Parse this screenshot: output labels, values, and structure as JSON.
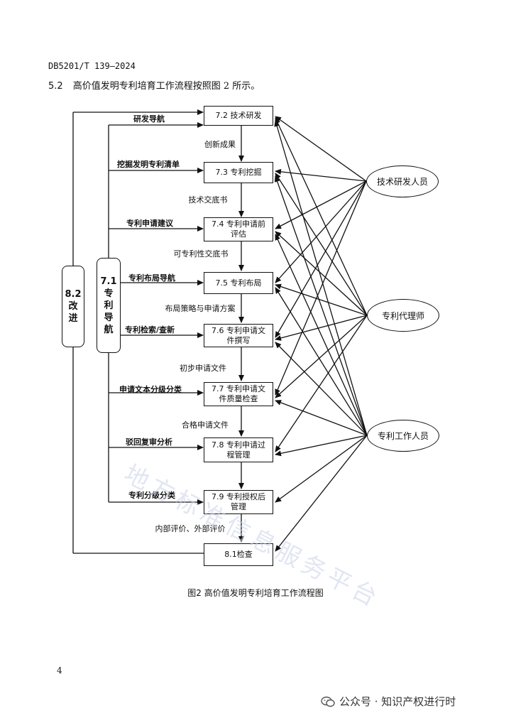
{
  "header": {
    "doc_code": "DB5201/T 139—2024",
    "section_number": "5.2",
    "section_text": "高价值发明专利培育工作流程按照图 2 所示。"
  },
  "diagram": {
    "steps": [
      {
        "label": "7.2 技术研发"
      },
      {
        "label": "7.3 专利挖掘"
      },
      {
        "label": "7.4 专利申请前\n评估"
      },
      {
        "label": "7.5 专利布局"
      },
      {
        "label": "7.6 专利申请文\n件撰写"
      },
      {
        "label": "7.7 专利申请文\n件质量检查"
      },
      {
        "label": "7.8 专利申请过\n程管理"
      },
      {
        "label": "7.9 专利授权后\n管理"
      },
      {
        "label": "8.1检查"
      }
    ],
    "flow_outputs": [
      "创新成果",
      "技术交底书",
      "可专利性交底书",
      "布局策略与申请方案",
      "初步申请文件",
      "合格申请文件",
      "内部评价、外部评价"
    ],
    "navigation_actions": [
      "研发导航",
      "挖掘发明专利清单",
      "专利申请建议",
      "专利布局导航",
      "专利检索/查新",
      "申请文本分级分类",
      "驳回复审分析",
      "专利分级分类"
    ],
    "navigation_box": {
      "line1": "7.1",
      "line2": "专",
      "line3": "利",
      "line4": "导",
      "line5": "航"
    },
    "improvement_box": {
      "line1": "8.2",
      "line2": "改",
      "line3": "进"
    },
    "roles": [
      "技术研发人员",
      "专利代理师",
      "专利工作人员"
    ]
  },
  "caption": "图2   高价值发明专利培育工作流程图",
  "page_number": "4",
  "footer": {
    "brand": "公众号 · 知识产权进行时"
  },
  "watermark": "地方标准信息服务平台"
}
